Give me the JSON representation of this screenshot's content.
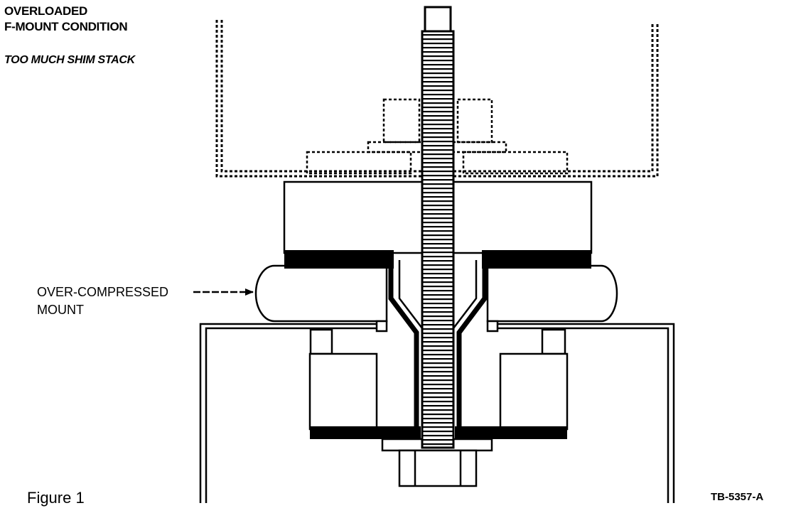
{
  "heading": {
    "line1": "OVERLOADED",
    "line2": "F-MOUNT CONDITION",
    "subtitle": "TOO MUCH SHIM STACK"
  },
  "callout": {
    "line1": "OVER-COMPRESSED",
    "line2": "MOUNT"
  },
  "caption": "Figure 1",
  "drawing_code": "TB-5357-A",
  "colors": {
    "ink": "#000000",
    "paper": "#ffffff"
  }
}
